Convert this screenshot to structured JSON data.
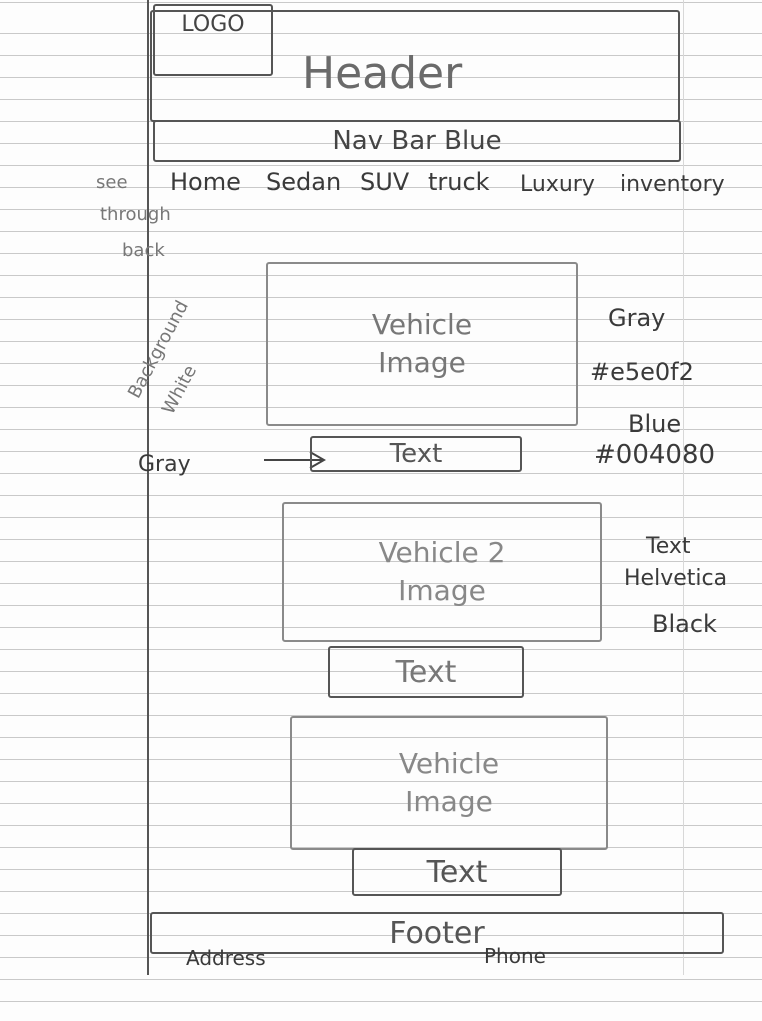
{
  "logo": "LOGO",
  "header": "Header",
  "nav_bar": "Nav Bar Blue",
  "nav_items": [
    "Home",
    "Sedan",
    "SUV",
    "truck",
    "Luxury",
    "inventory"
  ],
  "side_notes": {
    "see_through": [
      "see",
      "through",
      "back"
    ],
    "background": "Background",
    "white": "White",
    "gray": "Gray"
  },
  "vehicles": [
    {
      "image_label": "Vehicle Image",
      "text": "Text"
    },
    {
      "image_label": "Vehicle 2 Image",
      "text": "Text"
    },
    {
      "image_label": "Vehicle Image",
      "text": "Text"
    }
  ],
  "color_notes": {
    "gray_label": "Gray",
    "gray_hex": "#e5e0f2",
    "blue_label": "Blue",
    "blue_hex": "#004080"
  },
  "font_notes": [
    "Text",
    "Helvetica",
    "Black"
  ],
  "footer": {
    "label": "Footer",
    "address": "Address",
    "phone": "Phone"
  }
}
